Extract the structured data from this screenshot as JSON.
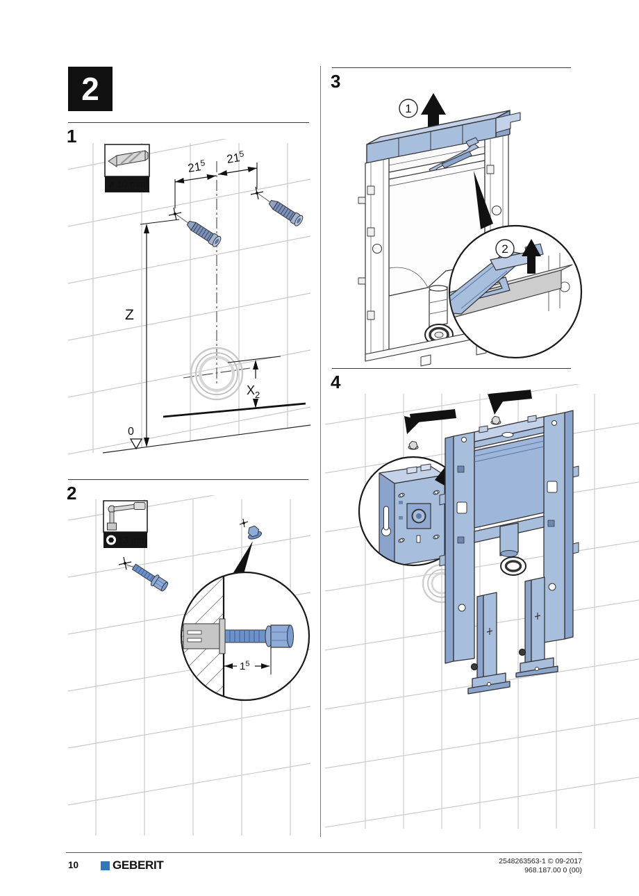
{
  "chapter": {
    "number": "2"
  },
  "sections": {
    "s1": {
      "number": "1",
      "tool_label": "ø 10 mm",
      "tool_icon": "drill-bit-icon",
      "dim_left_base": "21",
      "dim_left_sup": "5",
      "dim_right_base": "21",
      "dim_right_sup": "5",
      "z_label": "Z",
      "x_label_base": "X",
      "x_label_sub": "2",
      "datum_label": "0"
    },
    "s2": {
      "number": "2",
      "tool_label": "13 mm",
      "tool_icon": "socket-wrench-icon",
      "dim_base": "1",
      "dim_sup": "5"
    },
    "s3": {
      "number": "3",
      "badge_1": "1",
      "badge_2": "2"
    },
    "s4": {
      "number": "4"
    }
  },
  "footer": {
    "page_number": "10",
    "brand": "GEBERIT",
    "doc_code_line1": "2548263563-1 © 09-2017",
    "doc_code_line2": "968.187.00 0 (00)"
  },
  "icons": {
    "drill_bit": "drill-bit-icon",
    "socket_wrench": "socket-wrench-icon",
    "hex_socket": "hex-socket-icon",
    "up_arrow": "▲",
    "detail_pointer": "◥",
    "magnifier_circle": "detail-circle",
    "datum": "▽"
  },
  "colors": {
    "brand_blue": "#3076b8",
    "part_blue": "#a8bedd",
    "part_blue_dark": "#8ba4cc",
    "part_blue_light": "#c3d1e9",
    "outline": "#333333",
    "tile_line": "#c9c9c9",
    "label_bg": "#151515"
  }
}
